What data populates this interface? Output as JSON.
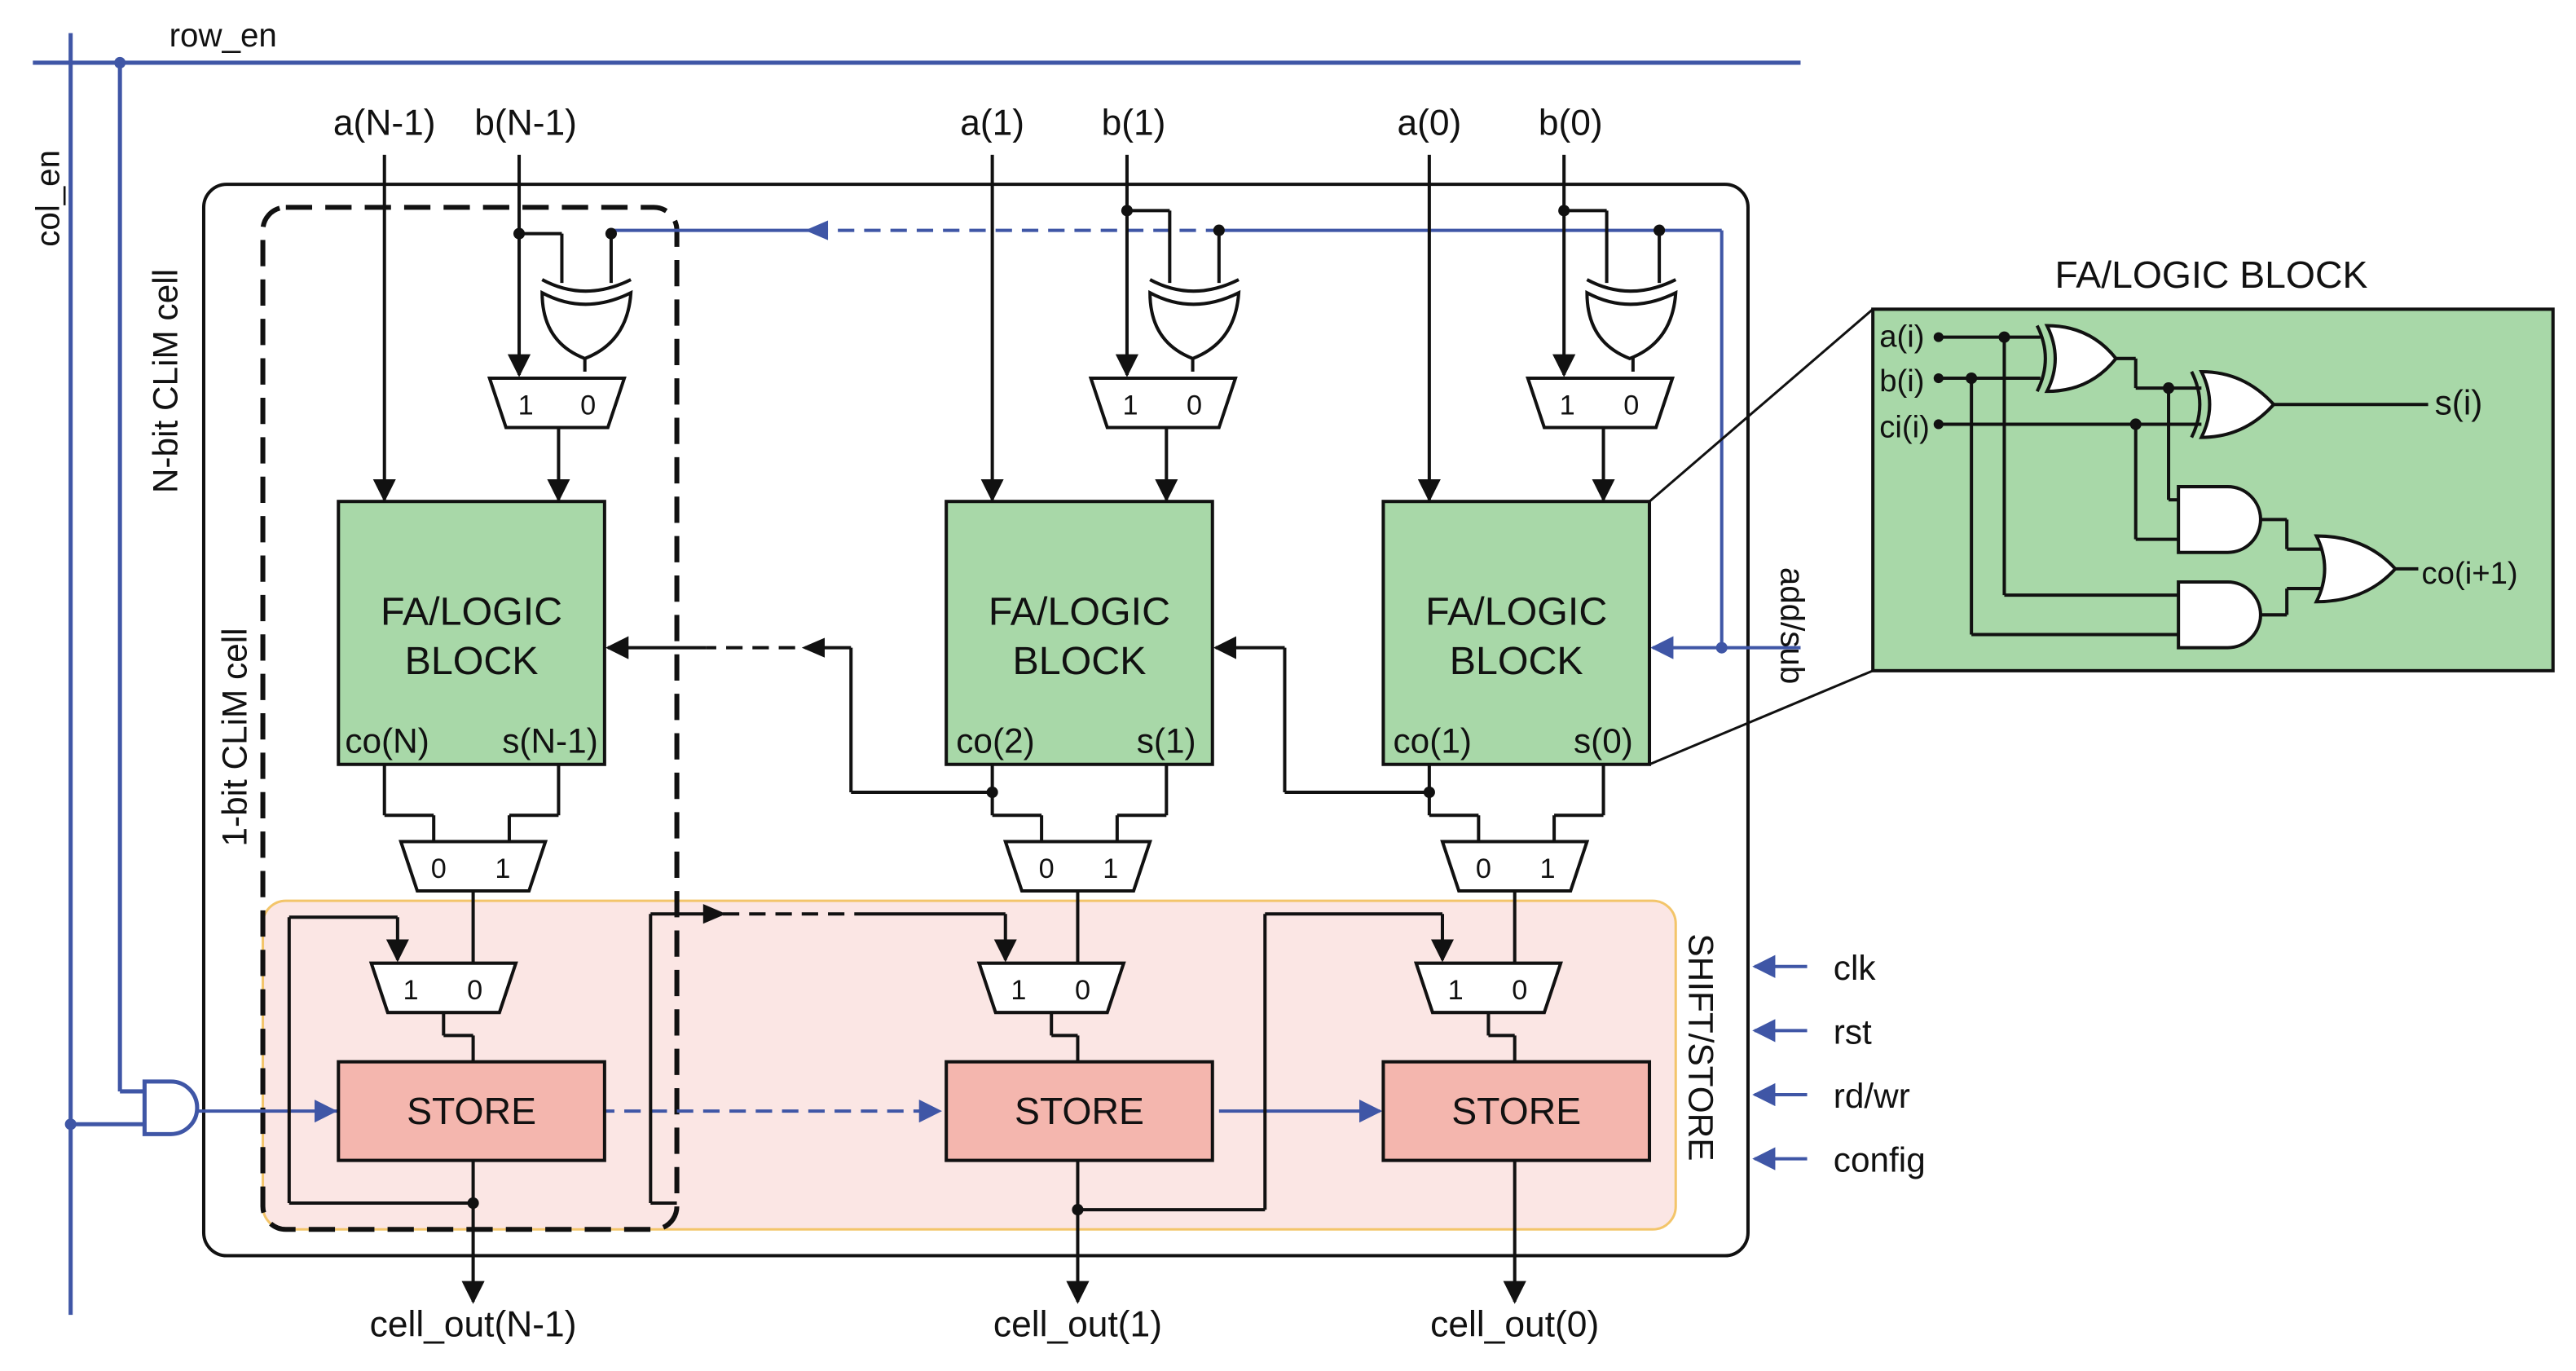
{
  "signals": {
    "row_en": "row_en",
    "col_en": "col_en",
    "add_sub": "add/sub",
    "clk": "clk",
    "rst": "rst",
    "rd_wr": "rd/wr",
    "config": "config"
  },
  "labels": {
    "nbit_cell": "N-bit CLiM cell",
    "onebit_cell": "1-bit CLiM cell",
    "shift_store": "SHIFT/STORE",
    "fa_block_line1": "FA/LOGIC",
    "fa_block_line2": "BLOCK",
    "store": "STORE",
    "detail_title": "FA/LOGIC BLOCK"
  },
  "mux": {
    "in1": "1",
    "in0": "0"
  },
  "columns": [
    {
      "a": "a(N-1)",
      "b": "b(N-1)",
      "co": "co(N)",
      "s": "s(N-1)",
      "out": "cell_out(N-1)"
    },
    {
      "a": "a(1)",
      "b": "b(1)",
      "co": "co(2)",
      "s": "s(1)",
      "out": "cell_out(1)"
    },
    {
      "a": "a(0)",
      "b": "b(0)",
      "co": "co(1)",
      "s": "s(0)",
      "out": "cell_out(0)"
    }
  ],
  "detail": {
    "a": "a(i)",
    "b": "b(i)",
    "ci": "ci(i)",
    "s": "s(i)",
    "co": "co(i+1)"
  },
  "colors": {
    "signal_blue": "#3f56a6",
    "fa_green": "#a8d8a8",
    "store_red": "#f4b6ae",
    "shift_region": "#fbe6e4",
    "shift_border": "#f3c56a",
    "detail_green": "#a8d8a8"
  }
}
